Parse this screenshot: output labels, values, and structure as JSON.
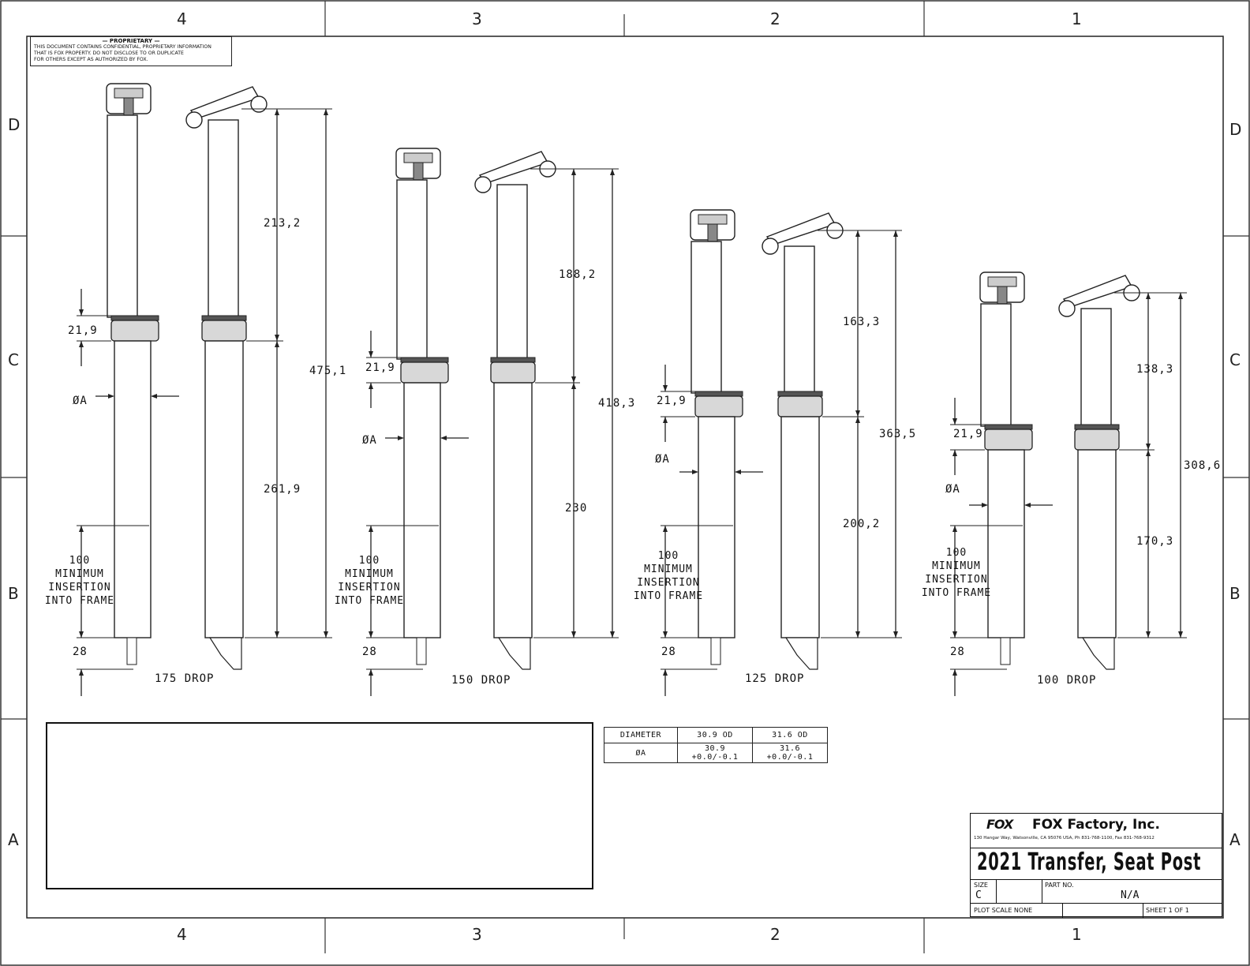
{
  "zones": {
    "columns": [
      "4",
      "3",
      "2",
      "1"
    ],
    "rows": [
      "D",
      "C",
      "B",
      "A"
    ]
  },
  "proprietary": {
    "heading": "— PROPRIETARY —",
    "line1": "THIS DOCUMENT CONTAINS CONFIDENTIAL, PROPRIETARY INFORMATION",
    "line2": "THAT IS FOX PROPERTY.  DO NOT DISCLOSE TO OR DUPLICATE",
    "line3": "FOR OTHERS EXCEPT AS AUTHORIZED BY FOX."
  },
  "views": [
    {
      "drop": "175 DROP",
      "upper": "213,2",
      "lower": "261,9",
      "total": "475,1",
      "collar": "21,9",
      "dia": "ØA",
      "min_ins": [
        "100",
        "MINIMUM",
        "INSERTION",
        "INTO FRAME"
      ],
      "bottom": "28"
    },
    {
      "drop": "150 DROP",
      "upper": "188,2",
      "lower": "230",
      "total": "418,3",
      "collar": "21,9",
      "dia": "ØA",
      "min_ins": [
        "100",
        "MINIMUM",
        "INSERTION",
        "INTO FRAME"
      ],
      "bottom": "28"
    },
    {
      "drop": "125 DROP",
      "upper": "163,3",
      "lower": "200,2",
      "total": "363,5",
      "collar": "21,9",
      "dia": "ØA",
      "min_ins": [
        "100",
        "MINIMUM",
        "INSERTION",
        "INTO FRAME"
      ],
      "bottom": "28"
    },
    {
      "drop": "100 DROP",
      "upper": "138,3",
      "lower": "170,3",
      "total": "308,6",
      "collar": "21,9",
      "dia": "ØA",
      "min_ins": [
        "100",
        "MINIMUM",
        "INSERTION",
        "INTO FRAME"
      ],
      "bottom": "28"
    }
  ],
  "diameter_table": {
    "header": [
      "DIAMETER",
      "30.9 OD",
      "31.6 OD"
    ],
    "row": [
      "ØA",
      "30.9 +0.0/-0.1",
      "31.6 +0.0/-0.1"
    ]
  },
  "title_block": {
    "logo": "FOX",
    "company": "FOX  Factory,  Inc.",
    "address": "130 Hangar Way, Watsonville, CA 95076 USA, Ph 831-768-1100, Fax 831-768-9312",
    "title": "2021 Transfer, Seat Post",
    "size_label": "SIZE",
    "size": "C",
    "part_label": "PART NO.",
    "part_no": "N/A",
    "plot_scale": "PLOT SCALE  NONE",
    "sheet": "SHEET 1 OF 1"
  }
}
